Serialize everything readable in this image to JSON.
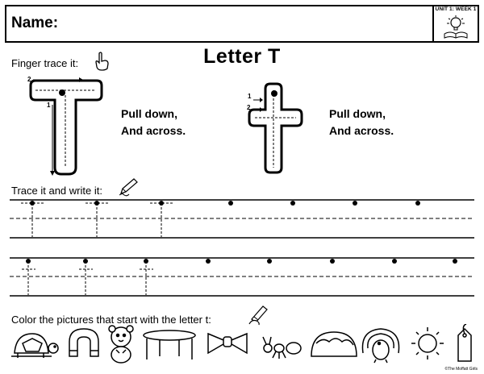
{
  "header": {
    "name_label": "Name:",
    "unit_label": "UNIT 1: WEEK 1",
    "unit_icon": "book-lightbulb-icon"
  },
  "title": "Letter T",
  "finger_trace": {
    "label": "Finger trace it:",
    "icon": "pointing-finger-icon",
    "uppercase_steps": [
      "1",
      "2"
    ],
    "lowercase_steps": [
      "1",
      "2"
    ],
    "instruction_line1": "Pull down,",
    "instruction_line2": "And across."
  },
  "trace_write": {
    "label": "Trace it and write it:",
    "icon": "pencil-icon",
    "row1_trace_letter": "T",
    "row2_trace_letter": "t"
  },
  "color_pictures": {
    "label": "Color the pictures that start with the letter t:",
    "icon": "crayon-hand-icon",
    "pictures": [
      "turtle-icon",
      "magnet-icon",
      "tiger-icon",
      "table-icon",
      "bow-tie-icon",
      "ant-icon",
      "taco-icon",
      "turkey-icon",
      "sun-icon",
      "tag-icon"
    ]
  },
  "footer": "©The Moffatt Girls"
}
